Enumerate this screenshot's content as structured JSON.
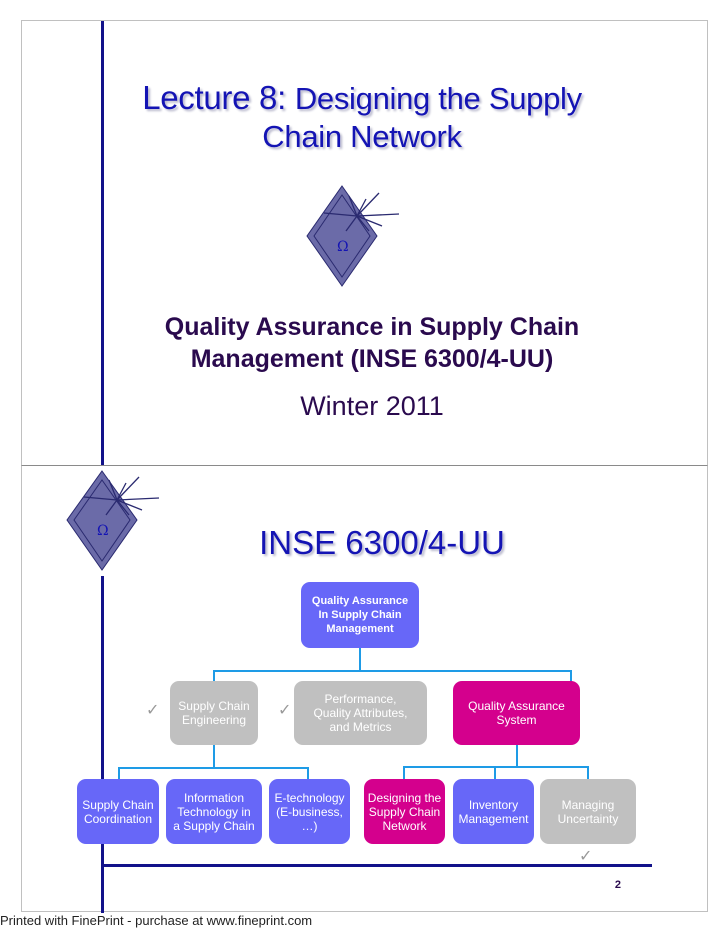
{
  "slide1": {
    "title_prefix": "Lecture 8: ",
    "title_rest_line1": "Designing the Supply",
    "title_line2": "Chain Network",
    "logo_symbol": "Ω",
    "course_line1": "Quality Assurance in Supply Chain",
    "course_line2": "Management (INSE 6300/4-UU)",
    "semester": "Winter 2011"
  },
  "slide2": {
    "title": "INSE 6300/4-UU",
    "logo_symbol": "Ω",
    "page_number": "2",
    "check_mark": "✓",
    "colors": {
      "blue": "#6767f8",
      "gray": "#c0c0c0",
      "pink": "#d4008d",
      "connector": "#1e9be6",
      "accent": "#12128a"
    },
    "org_chart": {
      "root": {
        "label": "Quality Assurance In Supply Chain Management",
        "lines": [
          "Quality Assurance",
          "In Supply Chain",
          "Management"
        ],
        "color": "blue"
      },
      "level1": [
        {
          "lines": [
            "Supply Chain",
            "Engineering"
          ],
          "color": "gray",
          "checked": true
        },
        {
          "lines": [
            "Performance,",
            "Quality Attributes,",
            "and Metrics"
          ],
          "color": "gray",
          "checked": true
        },
        {
          "lines": [
            "Quality Assurance",
            "System"
          ],
          "color": "pink",
          "checked": false
        }
      ],
      "level2": [
        {
          "lines": [
            "Supply Chain",
            "Coordination"
          ],
          "color": "blue",
          "parent": 0
        },
        {
          "lines": [
            "Information",
            "Technology  in",
            "a Supply Chain"
          ],
          "color": "blue",
          "parent": 0
        },
        {
          "lines": [
            "E-technology",
            "(E-business,",
            "…)"
          ],
          "color": "blue",
          "parent": 0
        },
        {
          "lines": [
            "Designing the",
            "Supply Chain",
            "Network"
          ],
          "color": "pink",
          "parent": 2
        },
        {
          "lines": [
            "Inventory",
            "Management"
          ],
          "color": "blue",
          "parent": 2
        },
        {
          "lines": [
            "Managing",
            "Uncertainty"
          ],
          "color": "gray",
          "parent": 2,
          "checked": true
        }
      ]
    }
  },
  "footer": "Printed with FinePrint - purchase at www.fineprint.com"
}
